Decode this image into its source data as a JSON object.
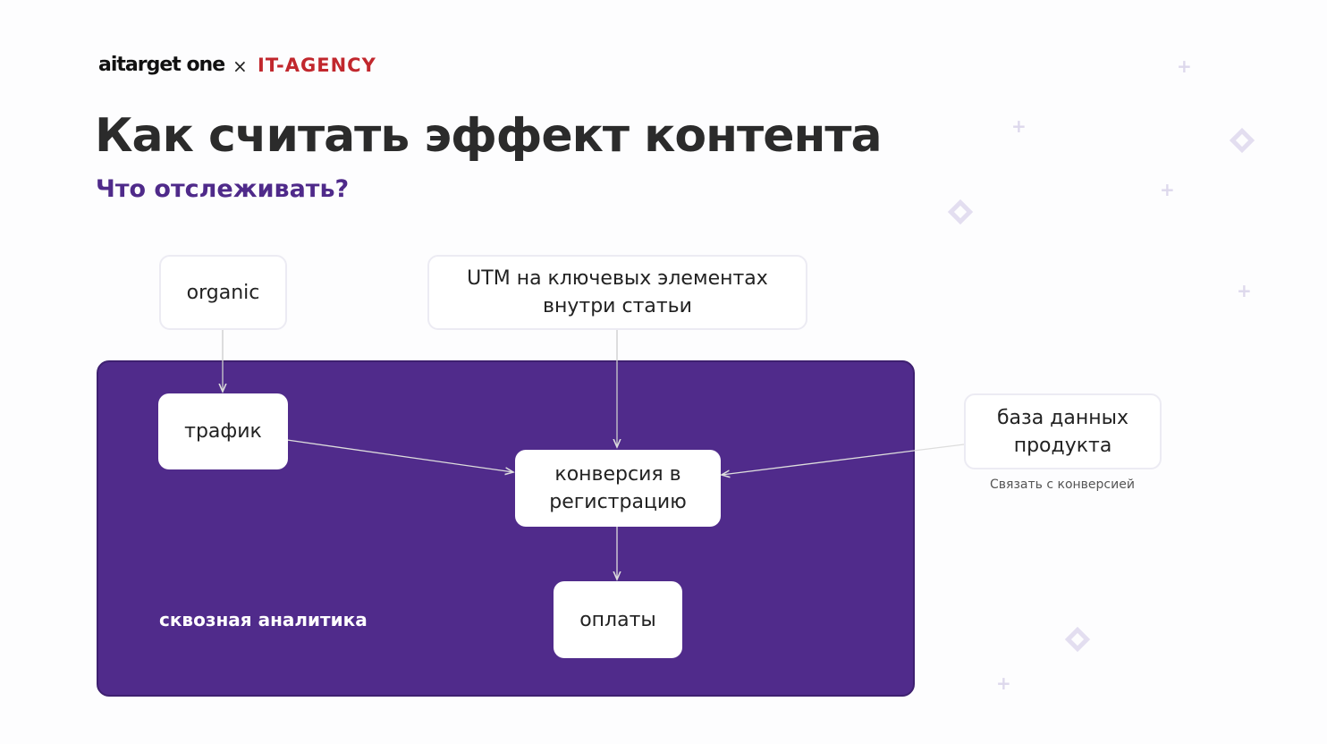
{
  "header": {
    "logo_left": "aitarget one",
    "separator": "×",
    "logo_right": "IT-AGENCY"
  },
  "title": "Как считать эффект контента",
  "subtitle": "Что отслеживать?",
  "diagram": {
    "panel_label": "сквозная аналитика",
    "nodes": {
      "organic": "organic",
      "utm": "UTM на ключевых элементах внутри статьи",
      "traffic": "трафик",
      "conversion": "конверсия в регистрацию",
      "payments": "оплаты",
      "product_db": "база данных продукта"
    },
    "product_db_caption": "Связать с конверсией",
    "colors": {
      "panel": "#502b8b",
      "accent": "#4f2a8a",
      "brand_red": "#c1272d"
    }
  }
}
